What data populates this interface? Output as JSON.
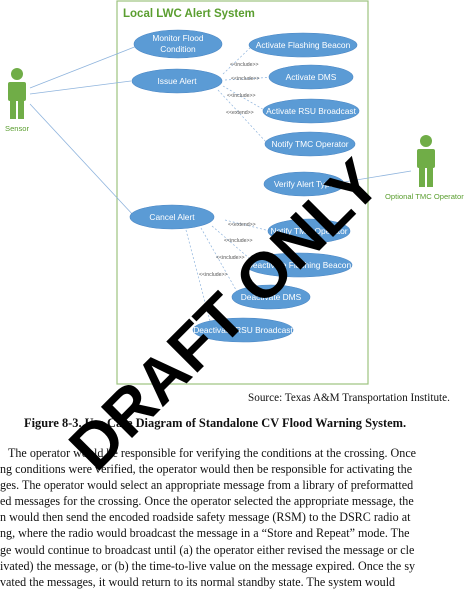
{
  "system": {
    "title": "Local LWC Alert System"
  },
  "actors": {
    "sensor": "Sensor",
    "operator": "Optional TMC Operator"
  },
  "use_cases": {
    "monitor_line1": "Monitor Flood",
    "monitor_line2": "Condition",
    "issue_alert": "Issue Alert",
    "activate_flashing": "Activate Flashing Beacon",
    "activate_dms": "Activate DMS",
    "activate_rsu": "Activate RSU Broadcast",
    "notify_tmc_1": "Notify TMC Operator",
    "verify_alert": "Verify Alert Type",
    "cancel_alert": "Cancel Alert",
    "notify_tmc_2": "Notify TMC Operator",
    "deactivate_flashing": "Deactivate Flashing Beacon",
    "deactivate_dms": "Deactivate DMS",
    "deactivate_rsu": "Deactivate RSU Broadcast"
  },
  "relations": {
    "include": "<<include>>",
    "extend": "<<extend>>"
  },
  "source": "Source: Texas A&M Transportation Institute.",
  "caption": "Figure 8-3. Use Case Diagram of Standalone CV Flood Warning System.",
  "paragraph": [
    "The operator would be responsible for verifying the conditions at the crossing. Once",
    "ng conditions were verified, the operator would then be responsible for activating the",
    "ges. The operator would select an appropriate message from a library of preformatted",
    "ed messages for the crossing. Once the operator selected the appropriate message, the",
    "n would then send the encoded roadside safety message (RSM) to the DSRC radio at",
    "ng, where the radio would broadcast the message in a “Store and Repeat” mode. The",
    "ge would continue to broadcast until (a) the operator either revised the message or cle",
    "ivated) the message, or (b) the time-to-live value on the message expired. Once the sy",
    "vated the messages, it would return to its normal standby state. The system would"
  ],
  "watermark": "DRAFT ONLY",
  "colors": {
    "use_case_fill": "#5b9bd5",
    "actor": "#70ad47",
    "system_border": "#9dc37f",
    "line": "#8fb4dd"
  }
}
